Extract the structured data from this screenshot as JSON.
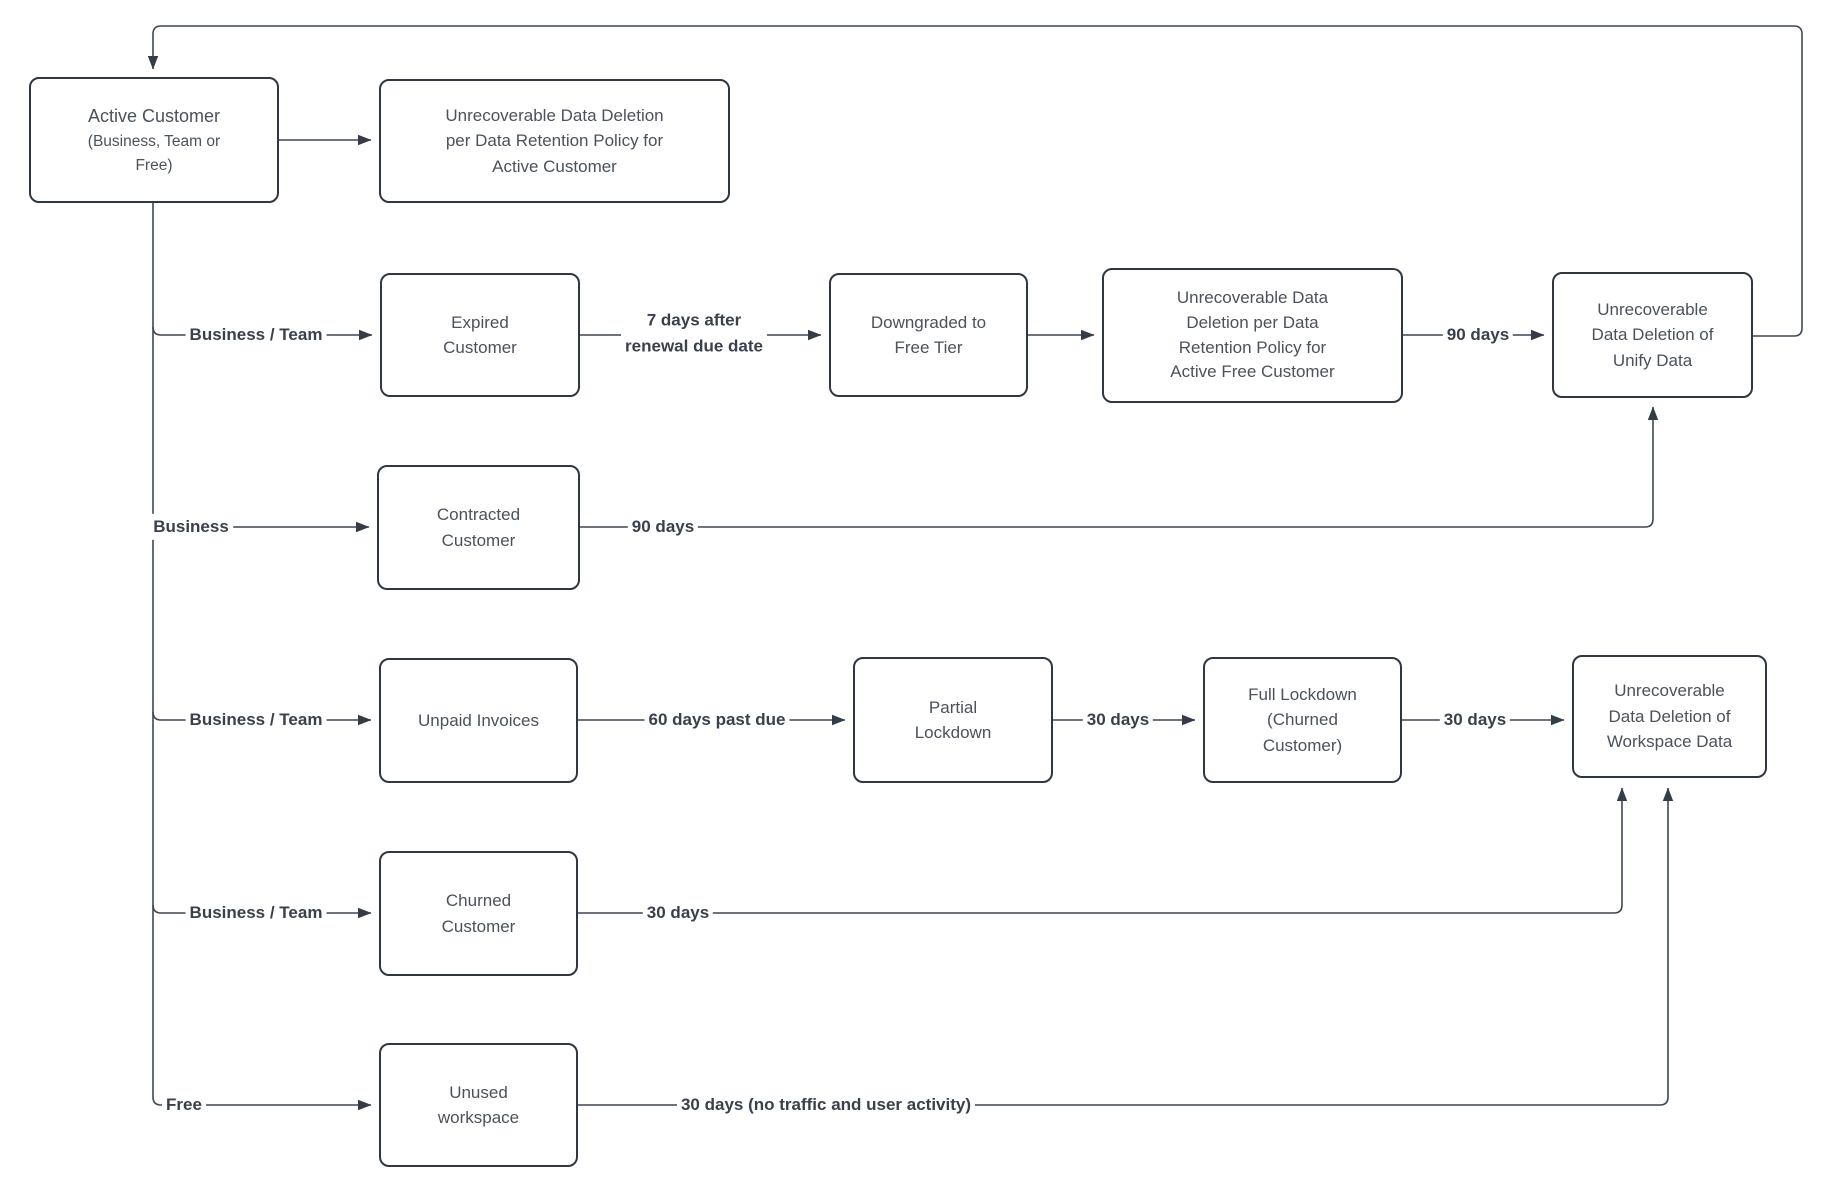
{
  "colors": {
    "node_border": "#2f3842",
    "connector": "#3e4754",
    "arrowhead": "#333c47",
    "node_text": "#4a525c",
    "edge_label_text": "#39414c",
    "background": "#ffffff"
  },
  "nodes": [
    {
      "id": "active",
      "label": "Active Customer",
      "sublabel": "(Business, Team or\nFree)"
    },
    {
      "id": "udd_active",
      "label": "Unrecoverable Data Deletion\nper Data Retention Policy for\nActive Customer"
    },
    {
      "id": "expired",
      "label": "Expired\nCustomer"
    },
    {
      "id": "downgraded",
      "label": "Downgraded to\nFree Tier"
    },
    {
      "id": "udd_free",
      "label": "Unrecoverable Data\nDeletion per Data\nRetention Policy for\nActive Free Customer"
    },
    {
      "id": "unify",
      "label": "Unrecoverable\nData Deletion of\nUnify Data"
    },
    {
      "id": "contracted",
      "label": "Contracted\nCustomer"
    },
    {
      "id": "unpaid",
      "label": "Unpaid Invoices"
    },
    {
      "id": "partial",
      "label": "Partial\nLockdown"
    },
    {
      "id": "full",
      "label": "Full Lockdown\n(Churned\nCustomer)"
    },
    {
      "id": "workspace",
      "label": "Unrecoverable\nData Deletion of\nWorkspace Data"
    },
    {
      "id": "churned",
      "label": "Churned\nCustomer"
    },
    {
      "id": "unused",
      "label": "Unused\nworkspace"
    }
  ],
  "edge_labels": [
    {
      "id": "business_team_1",
      "text": "Business / Team"
    },
    {
      "id": "seven_days",
      "text": "7 days after\nrenewal due date"
    },
    {
      "id": "ninety_days_1",
      "text": "90 days"
    },
    {
      "id": "business",
      "text": "Business"
    },
    {
      "id": "ninety_days_2",
      "text": "90 days"
    },
    {
      "id": "business_team_2",
      "text": "Business / Team"
    },
    {
      "id": "sixty_days",
      "text": "60 days past due"
    },
    {
      "id": "thirty_days_1",
      "text": "30 days"
    },
    {
      "id": "thirty_days_2",
      "text": "30 days"
    },
    {
      "id": "business_team_3",
      "text": "Business / Team"
    },
    {
      "id": "thirty_days_3",
      "text": "30 days"
    },
    {
      "id": "free",
      "text": "Free"
    },
    {
      "id": "thirty_days_4",
      "text": "30 days (no traffic and user activity)"
    }
  ]
}
